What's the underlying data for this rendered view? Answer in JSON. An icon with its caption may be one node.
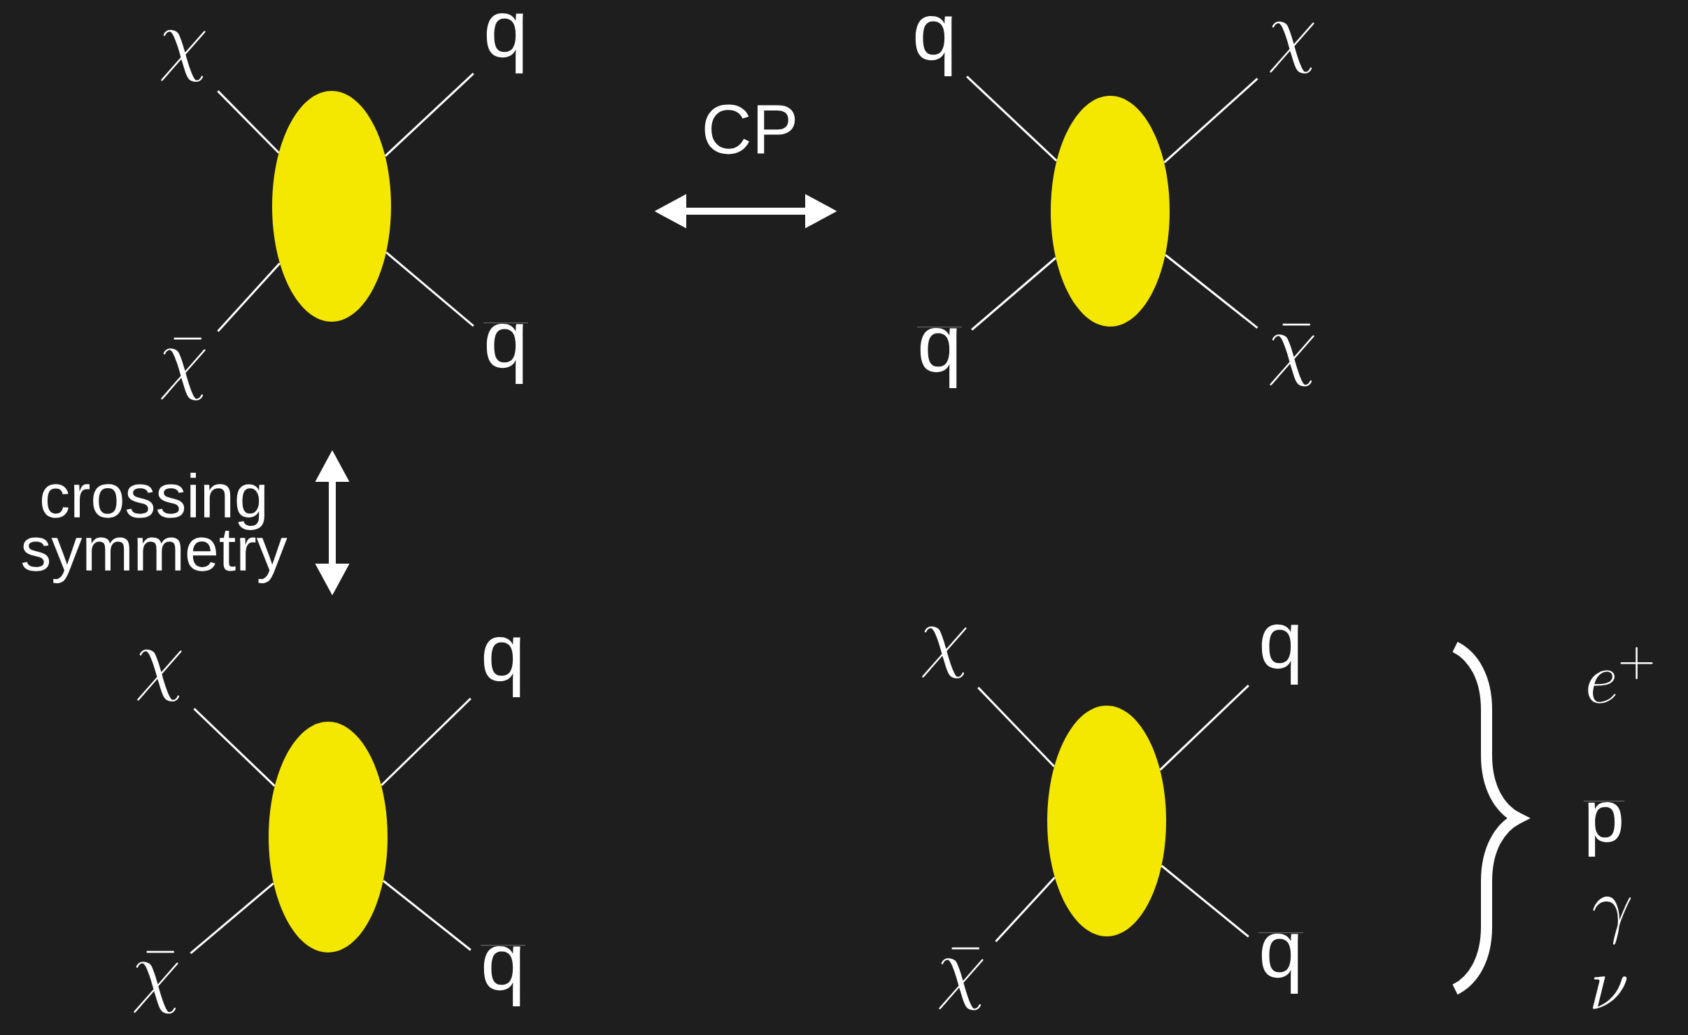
{
  "diagram": {
    "nodes": [
      {
        "text": [],
        "shape": "ellipse"
      },
      {
        "text": [
          "\\chi"
        ]
      },
      {
        "text": [
          "\\mbox{q}"
        ]
      },
      {
        "text": [
          "\\bar{\\chi}"
        ]
      },
      {
        "text": [
          "\\overline{\\mbox{q}}"
        ]
      },
      {
        "text": [],
        "shape": "ellipse"
      },
      {
        "text": [
          "\\mbox{q}"
        ]
      },
      {
        "text": [
          "\\chi"
        ]
      },
      {
        "text": [
          "\\overline{\\mbox{q}}"
        ]
      },
      {
        "text": [
          "\\bar{\\chi}"
        ]
      },
      {
        "text": [],
        "shape": "ellipse"
      },
      {
        "text": [
          "\\chi"
        ]
      },
      {
        "text": [
          "\\mbox{q}"
        ]
      },
      {
        "text": [
          "\\bar{\\chi}"
        ]
      },
      {
        "text": [
          "\\overline{\\mbox{q}}"
        ]
      },
      {
        "text": [],
        "shape": "ellipse"
      },
      {
        "text": [
          "\\chi"
        ]
      },
      {
        "text": [
          "\\mbox{q}"
        ]
      },
      {
        "text": [
          "\\bar{\\chi}"
        ]
      },
      {
        "text": [
          "\\overline{\\mbox{q}}"
        ]
      }
    ],
    "edges": [
      {
        "from": 1,
        "to": 0,
        "arrow": "none"
      },
      {
        "from": 2,
        "to": 0,
        "arrow": "none"
      },
      {
        "from": 3,
        "to": 0,
        "arrow": "none"
      },
      {
        "from": 4,
        "to": 0,
        "arrow": "none"
      },
      {
        "from": 6,
        "to": 5,
        "arrow": "none"
      },
      {
        "from": 7,
        "to": 5,
        "arrow": "none"
      },
      {
        "from": 8,
        "to": 5,
        "arrow": "none"
      },
      {
        "from": 9,
        "to": 5,
        "arrow": "none"
      },
      {
        "from": 11,
        "to": 10,
        "arrow": "none"
      },
      {
        "from": 12,
        "to": 10,
        "arrow": "none"
      },
      {
        "from": 13,
        "to": 10,
        "arrow": "none"
      },
      {
        "from": 14,
        "to": 10,
        "arrow": "none"
      },
      {
        "from": 16,
        "to": 15,
        "arrow": "none"
      },
      {
        "from": 17,
        "to": 15,
        "arrow": "none"
      },
      {
        "from": 18,
        "to": 15,
        "arrow": "none"
      },
      {
        "from": 19,
        "to": 15,
        "arrow": "none"
      }
    ],
    "labels": [
      "CP",
      "crossing symmetry",
      "e^+",
      "\\overline{\\mbox{p}}",
      "\\gamma",
      "\\nu"
    ]
  }
}
